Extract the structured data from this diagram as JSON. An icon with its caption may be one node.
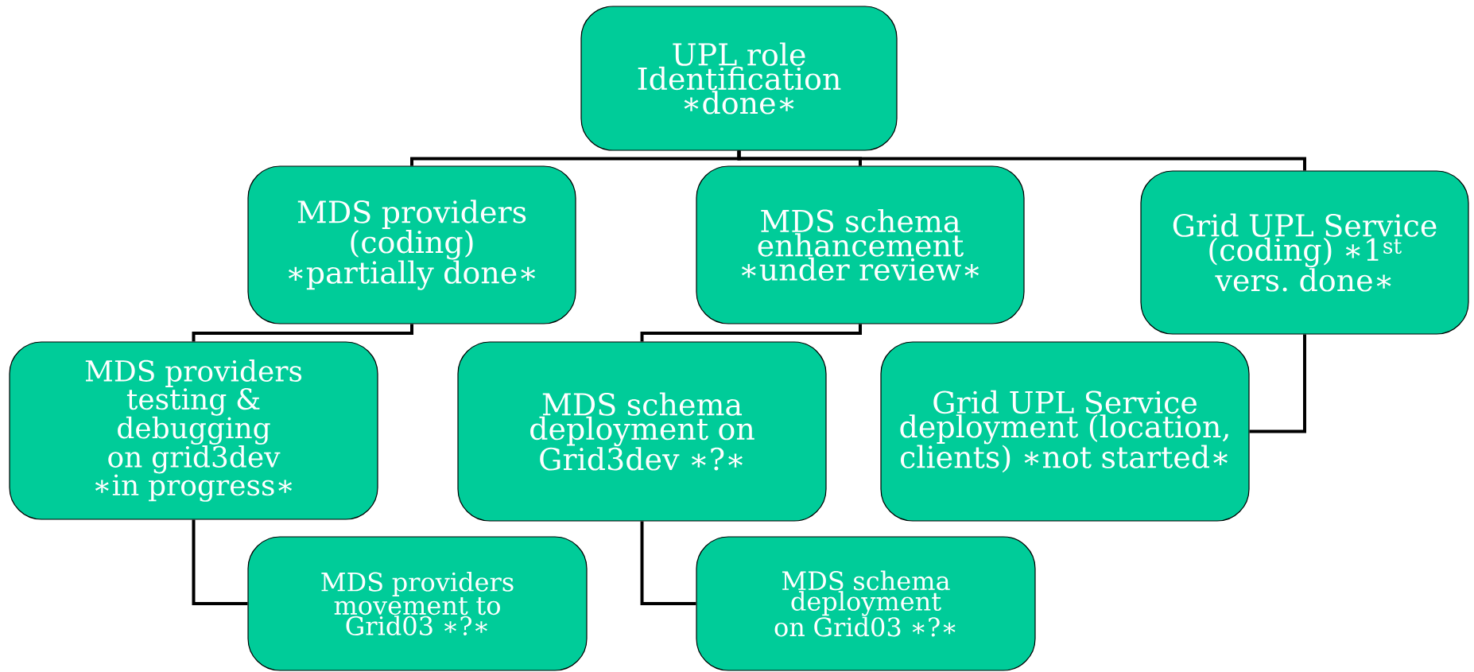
{
  "diagram": {
    "nodes": [
      {
        "text": [
          "UPL role Identification ∗done∗"
        ]
      },
      {
        "text": [
          "MDS providers (coding) ∗partially done∗"
        ]
      },
      {
        "text": [
          "MDS schema enhancement ∗under review∗"
        ]
      },
      {
        "text": [
          "Grid UPL Service (coding) ∗1$^{st}$ vers. done∗"
        ]
      },
      {
        "text": [
          "MDS providers testing & debugging on grid3dev ∗in progress∗"
        ]
      },
      {
        "text": [
          "MDS schema deployment on Grid3dev ∗?∗"
        ]
      },
      {
        "text": [
          "Grid UPL Service deployment (location, clients) ∗not started∗"
        ]
      },
      {
        "text": [
          "MDS providers movement to Grid03 ∗?∗"
        ]
      },
      {
        "text": [
          "MDS schema deployment on Grid03 ∗?∗"
        ]
      }
    ],
    "edges": [
      {
        "from": 0,
        "to": 1,
        "arrow": "none"
      },
      {
        "from": 0,
        "to": 2,
        "arrow": "none"
      },
      {
        "from": 0,
        "to": 3,
        "arrow": "none"
      },
      {
        "from": 1,
        "to": 4,
        "arrow": "none"
      },
      {
        "from": 2,
        "to": 5,
        "arrow": "none"
      },
      {
        "from": 3,
        "to": 6,
        "arrow": "none"
      },
      {
        "from": 4,
        "to": 7,
        "arrow": "none"
      },
      {
        "from": 5,
        "to": 8,
        "arrow": "none"
      }
    ]
  }
}
